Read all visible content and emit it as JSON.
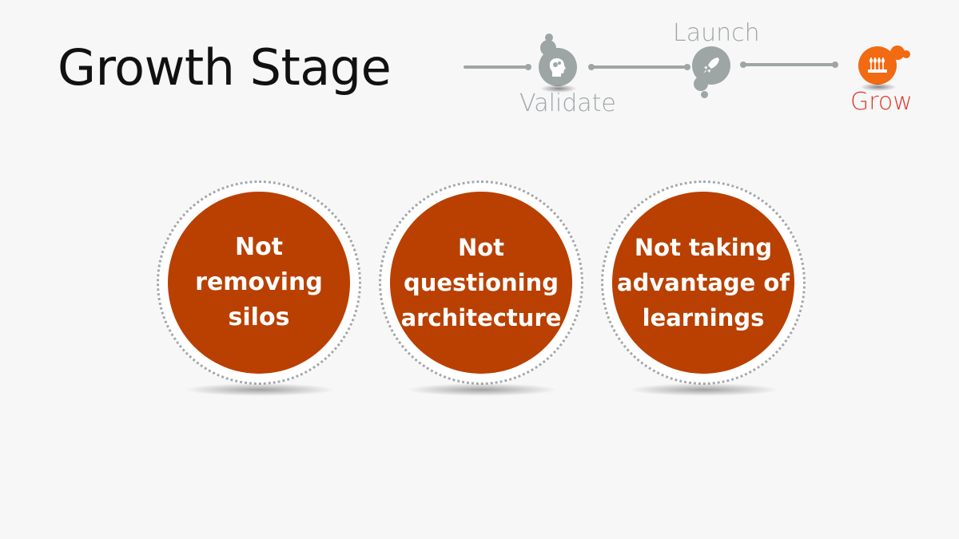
{
  "slide": {
    "title": "Growth Stage"
  },
  "timeline": {
    "stages": [
      {
        "label": "Validate",
        "icon": "head-gears-icon",
        "active": false
      },
      {
        "label": "Launch",
        "icon": "rocket-icon",
        "active": false
      },
      {
        "label": "Grow",
        "icon": "wheat-field-icon",
        "active": true
      }
    ],
    "colors": {
      "inactive": "#9ea5a5",
      "active_icon": "#f26a12",
      "active_label": "#e03a2a"
    }
  },
  "pitfalls": [
    {
      "lines": [
        "Not",
        "removing",
        "silos"
      ]
    },
    {
      "lines": [
        "Not",
        "questioning",
        "architecture"
      ]
    },
    {
      "lines": [
        "Not taking",
        "advantage of",
        "learnings"
      ]
    }
  ],
  "colors": {
    "disc": "#b94000",
    "background": "#f7f7f8"
  }
}
